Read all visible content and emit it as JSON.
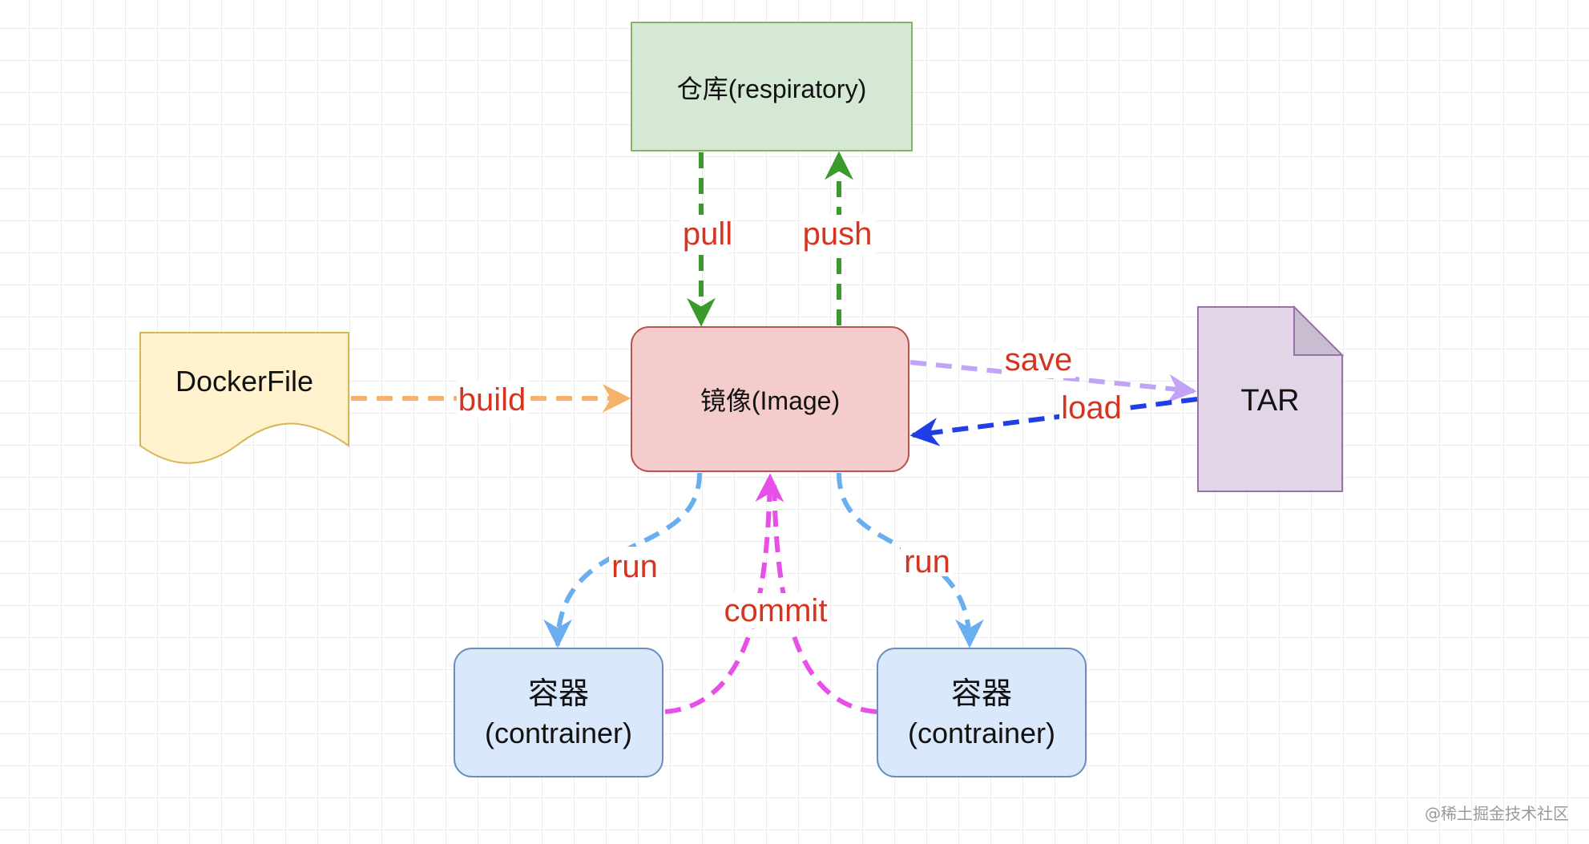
{
  "nodes": {
    "repository": "仓库(respiratory)",
    "image": "镜像(Image)",
    "dockerfile": "DockerFile",
    "tar": "TAR",
    "container_left_line1": "容器",
    "container_left_line2": "(contrainer)",
    "container_right_line1": "容器",
    "container_right_line2": "(contrainer)"
  },
  "edges": {
    "pull": "pull",
    "push": "push",
    "build": "build",
    "save": "save",
    "load": "load",
    "run_left": "run",
    "run_right": "run",
    "commit": "commit"
  },
  "watermark": "@稀土掘金技术社区",
  "colors": {
    "repository_fill": "#d5e8d4",
    "repository_stroke": "#82b366",
    "image_fill": "#f4cccc",
    "image_stroke": "#b85450",
    "dockerfile_fill": "#fff2cc",
    "dockerfile_stroke": "#d6b656",
    "tar_fill": "#e1d5e7",
    "tar_stroke": "#9673a6",
    "container_fill": "#dae8fc",
    "container_stroke": "#6c8ebf",
    "pull_push": "#3a9a2c",
    "build": "#f4b26b",
    "save": "#c3a3f5",
    "load": "#1f3ee6",
    "run": "#6aaef2",
    "commit": "#e84fe8",
    "label_text": "#d6341f"
  }
}
